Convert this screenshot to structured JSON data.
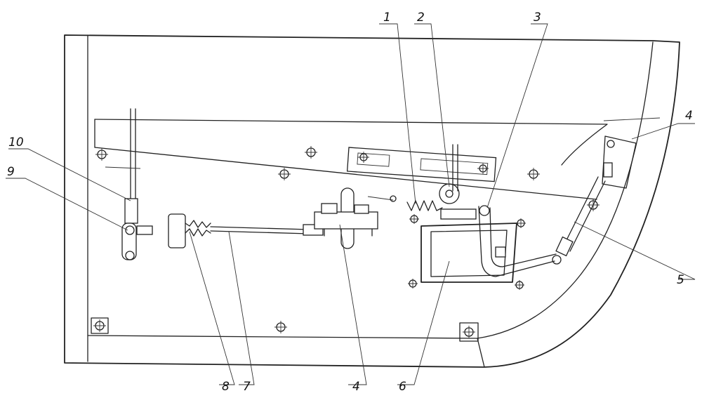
{
  "diagram": {
    "callouts": [
      {
        "id": "c1",
        "label": "1"
      },
      {
        "id": "c2",
        "label": "2"
      },
      {
        "id": "c3",
        "label": "3"
      },
      {
        "id": "c4a",
        "label": "4"
      },
      {
        "id": "c5",
        "label": "5"
      },
      {
        "id": "c6",
        "label": "6"
      },
      {
        "id": "c4b",
        "label": "4"
      },
      {
        "id": "c7",
        "label": "7"
      },
      {
        "id": "c8",
        "label": "8"
      },
      {
        "id": "c9",
        "label": "9"
      },
      {
        "id": "c10",
        "label": "10"
      }
    ]
  }
}
